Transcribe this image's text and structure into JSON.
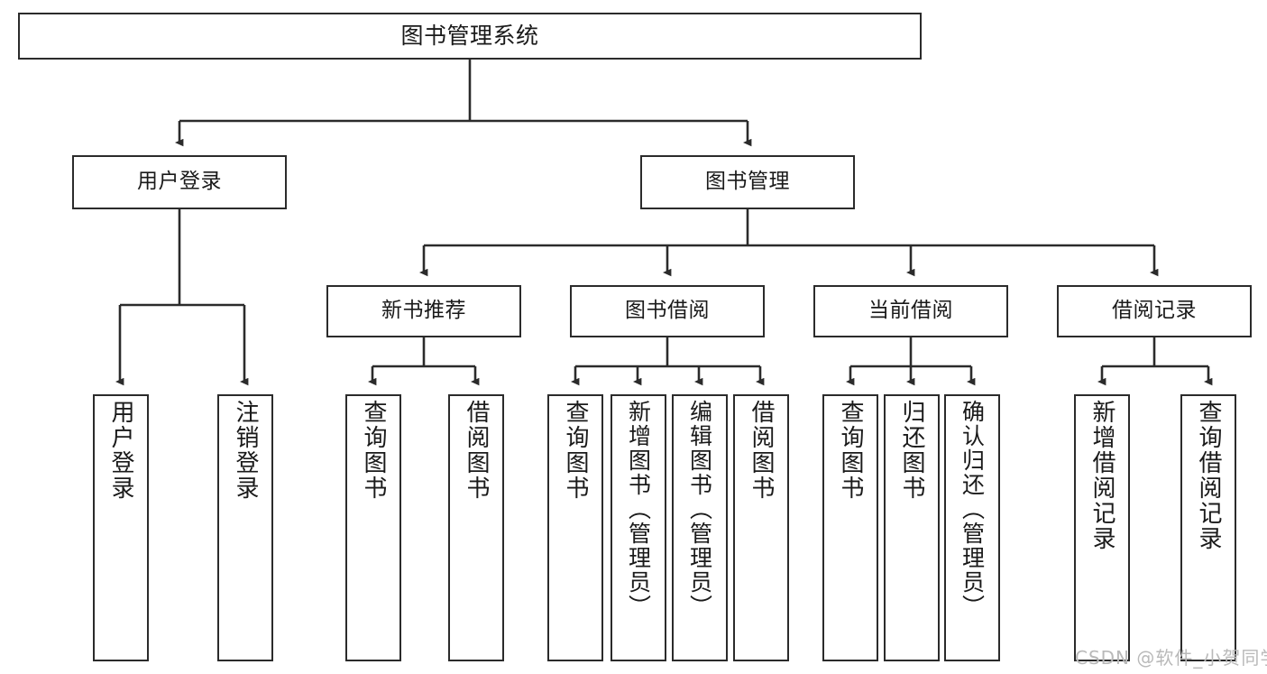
{
  "diagram": {
    "title": "图书管理系统",
    "root": {
      "id": "root",
      "label": "图书管理系统"
    },
    "level2": [
      {
        "id": "user-login",
        "label": "用户登录"
      },
      {
        "id": "book-manage",
        "label": "图书管理"
      }
    ],
    "level3": [
      {
        "id": "new-book-recommend",
        "label": "新书推荐"
      },
      {
        "id": "book-borrow",
        "label": "图书借阅"
      },
      {
        "id": "current-borrow",
        "label": "当前借阅"
      },
      {
        "id": "borrow-record",
        "label": "借阅记录"
      }
    ],
    "leaves": {
      "user_login": [
        {
          "id": "leaf-user-login",
          "label": "用户登录"
        },
        {
          "id": "leaf-logout-login",
          "label": "注销登录"
        }
      ],
      "new_book_recommend": [
        {
          "id": "leaf-query-book-1",
          "label": "查询图书"
        },
        {
          "id": "leaf-borrow-book-1",
          "label": "借阅图书"
        }
      ],
      "book_borrow": [
        {
          "id": "leaf-query-book-2",
          "label": "查询图书"
        },
        {
          "id": "leaf-add-book-admin",
          "label": "新增图书（管理员）"
        },
        {
          "id": "leaf-edit-book-admin",
          "label": "编辑图书（管理员）"
        },
        {
          "id": "leaf-borrow-book-2",
          "label": "借阅图书"
        }
      ],
      "current_borrow": [
        {
          "id": "leaf-query-book-3",
          "label": "查询图书"
        },
        {
          "id": "leaf-return-book",
          "label": "归还图书"
        },
        {
          "id": "leaf-confirm-return-admin",
          "label": "确认归还（管理员）"
        }
      ],
      "borrow_record": [
        {
          "id": "leaf-add-borrow-record",
          "label": "新增借阅记录"
        },
        {
          "id": "leaf-query-borrow-record",
          "label": "查询借阅记录"
        }
      ]
    }
  },
  "watermark": {
    "text": "CSDN @软件_小贺同学"
  },
  "colors": {
    "stroke": "#2b2b2b",
    "text": "#1a1a1a",
    "background": "#ffffff",
    "watermark": "#b9b9b9"
  }
}
